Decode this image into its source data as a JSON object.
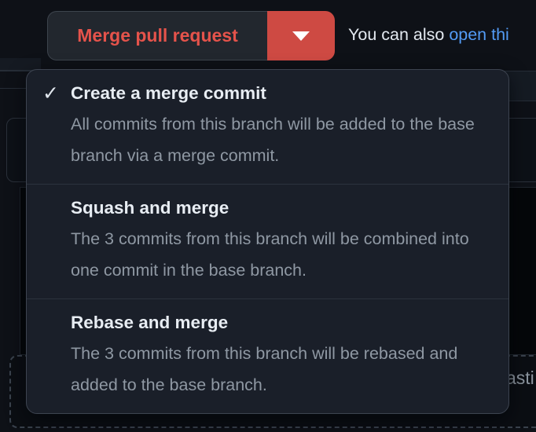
{
  "colors": {
    "page_bg": "#0d1117",
    "menu_bg": "#1a1f29",
    "danger_text": "#e5534b",
    "danger_button_bg": "#ce4a43",
    "link_blue": "#539bf5",
    "title_text": "#e8edf3",
    "muted_text": "#8f98a3"
  },
  "merge_button": {
    "label": "Merge pull request"
  },
  "aside_text": {
    "prefix": "You can also ",
    "link": "open thi"
  },
  "icons": {
    "check": "✓",
    "caret": "triangle-down"
  },
  "menu": {
    "items": [
      {
        "title": "Create a merge commit",
        "description": "All commits from this branch will be added to the base branch via a merge commit.",
        "checked": true,
        "check_glyph": "✓"
      },
      {
        "title": "Squash and merge",
        "description": "The 3 commits from this branch will be combined into one commit in the base branch.",
        "checked": false,
        "check_glyph": ""
      },
      {
        "title": "Rebase and merge",
        "description": "The 3 commits from this branch will be rebased and added to the base branch.",
        "checked": false,
        "check_glyph": ""
      }
    ]
  },
  "background": {
    "partial_text": "asti"
  }
}
